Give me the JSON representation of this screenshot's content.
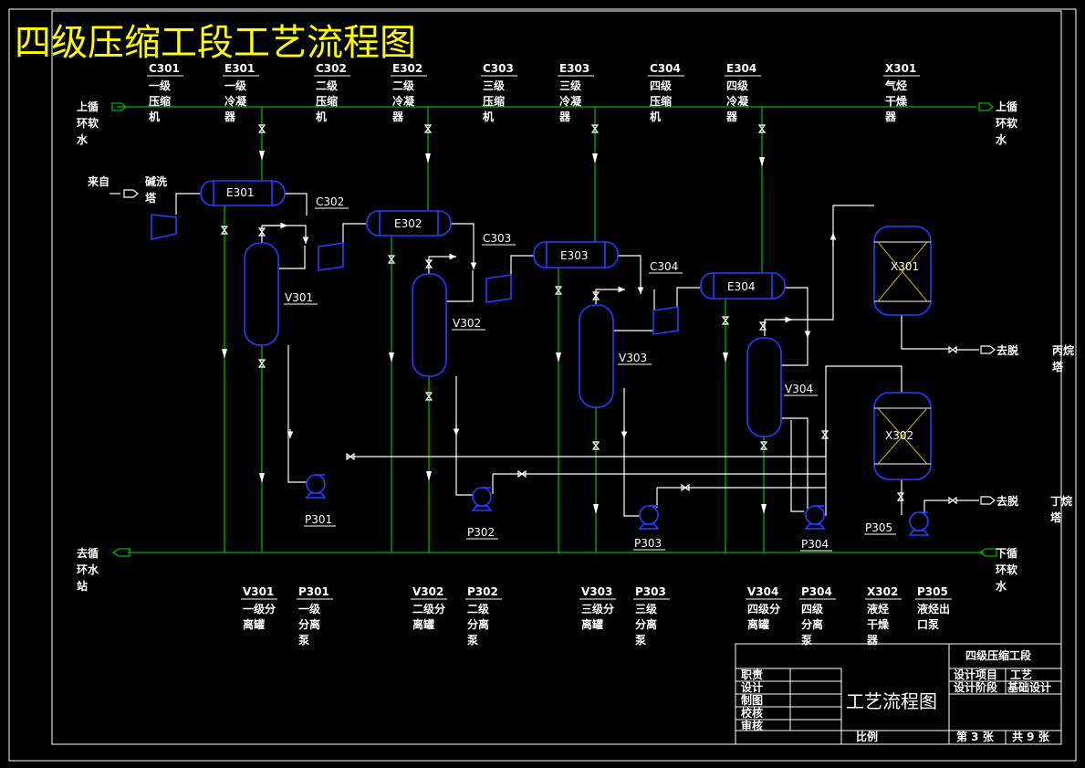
{
  "title": "四级压缩工段工艺流程图",
  "top_equipment": [
    {
      "tag": "C301",
      "l1": "一级",
      "l2": "压缩",
      "l3": "机"
    },
    {
      "tag": "E301",
      "l1": "一级",
      "l2": "冷凝",
      "l3": "器"
    },
    {
      "tag": "C302",
      "l1": "二级",
      "l2": "压缩",
      "l3": "机"
    },
    {
      "tag": "E302",
      "l1": "二级",
      "l2": "冷凝",
      "l3": "器"
    },
    {
      "tag": "C303",
      "l1": "三级",
      "l2": "压缩",
      "l3": "机"
    },
    {
      "tag": "E303",
      "l1": "三级",
      "l2": "冷凝",
      "l3": "器"
    },
    {
      "tag": "C304",
      "l1": "四级",
      "l2": "压缩",
      "l3": "机"
    },
    {
      "tag": "E304",
      "l1": "四级",
      "l2": "冷凝",
      "l3": "器"
    },
    {
      "tag": "X301",
      "l1": "气烃",
      "l2": "干燥",
      "l3": "器"
    }
  ],
  "bottom_equipment": [
    {
      "tag": "V301",
      "l1": "一级分",
      "l2": "离罐",
      "l3": ""
    },
    {
      "tag": "P301",
      "l1": "一级",
      "l2": "分离",
      "l3": "泵"
    },
    {
      "tag": "V302",
      "l1": "二级分",
      "l2": "离罐",
      "l3": ""
    },
    {
      "tag": "P302",
      "l1": "二级",
      "l2": "分离",
      "l3": "泵"
    },
    {
      "tag": "V303",
      "l1": "三级分",
      "l2": "离罐",
      "l3": ""
    },
    {
      "tag": "P303",
      "l1": "三级",
      "l2": "分离",
      "l3": "泵"
    },
    {
      "tag": "V304",
      "l1": "四级分",
      "l2": "离罐",
      "l3": ""
    },
    {
      "tag": "P304",
      "l1": "四级",
      "l2": "分离",
      "l3": "泵"
    },
    {
      "tag": "X302",
      "l1": "液烃",
      "l2": "干燥",
      "l3": "器"
    },
    {
      "tag": "P305",
      "l1": "液烃出",
      "l2": "口泵",
      "l3": ""
    }
  ],
  "utility": {
    "supply_left": [
      "上循",
      "环软",
      "水"
    ],
    "supply_right": [
      "上循",
      "环软",
      "水"
    ],
    "return_left": [
      "去循",
      "环水",
      "站"
    ],
    "return_right": [
      "下循",
      "环软",
      "水"
    ]
  },
  "streams": {
    "feed_from": "来自",
    "feed_src": [
      "碱洗",
      "塔"
    ],
    "to_out1": "去脱",
    "dest1": [
      "丙烷",
      "塔"
    ],
    "to_out2": "去脱",
    "dest2": [
      "丁烷",
      "塔"
    ]
  },
  "units": {
    "E301": "E301",
    "E302": "E302",
    "E303": "E303",
    "E304": "E304",
    "C302": "C302",
    "C303": "C303",
    "C304": "C304",
    "V301": "V301",
    "V302": "V302",
    "V303": "V303",
    "V304": "V304",
    "X301": "X301",
    "X302": "X302",
    "P301": "P301",
    "P302": "P302",
    "P303": "P303",
    "P304": "P304",
    "P305": "P305"
  },
  "title_block": {
    "project": "四级压缩工段",
    "roles": [
      "职责",
      "设计",
      "制图",
      "校核",
      "审核"
    ],
    "drawing_name": "工艺流程图",
    "design_item_label": "设计项目",
    "design_item_value": "工艺",
    "design_stage_label": "设计阶段",
    "design_stage_value": "基础设计",
    "scale_label": "比例",
    "sheet": "第 3 张",
    "total": "共 9 张"
  }
}
